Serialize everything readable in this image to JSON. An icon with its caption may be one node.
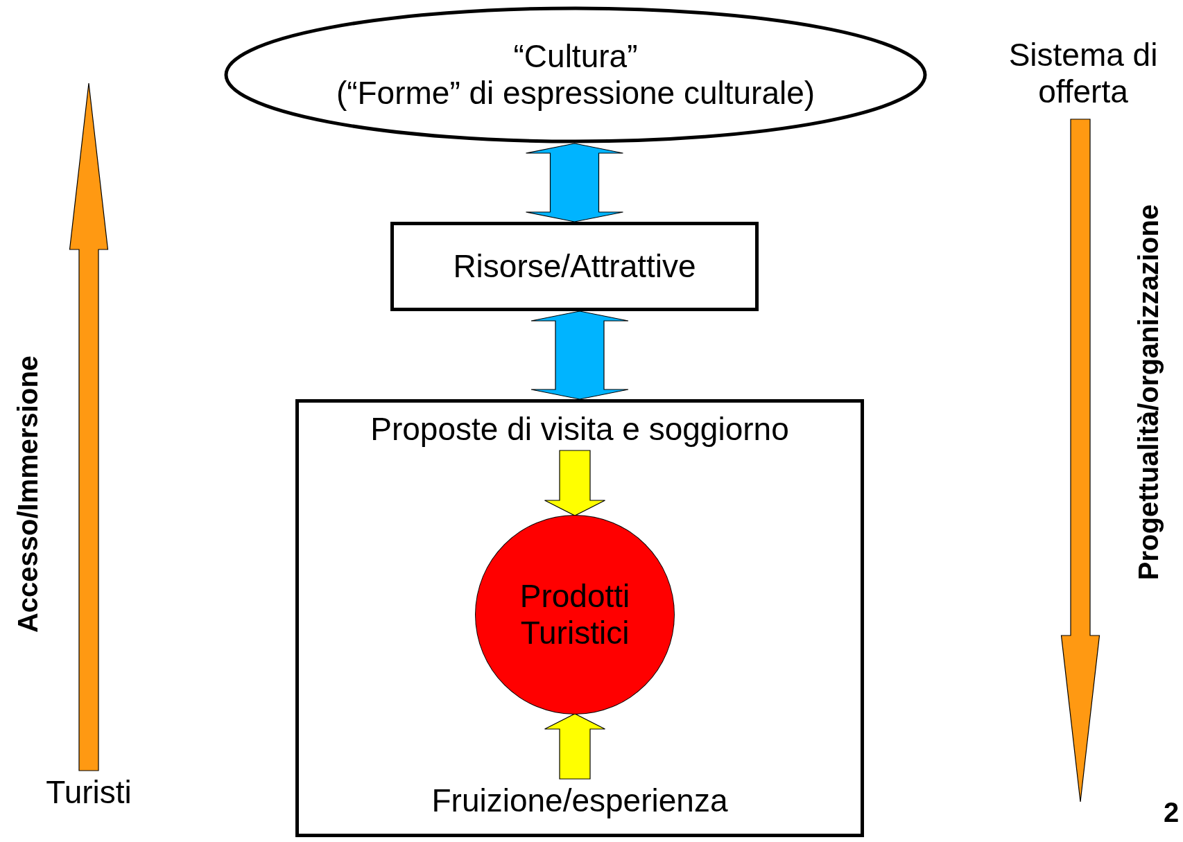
{
  "diagram": {
    "nodes": [
      {
        "text": [
          "“Cultura”",
          "(“Forme” di espressione culturale)"
        ]
      },
      {
        "text": [
          "Risorse/Attrattive"
        ]
      },
      {
        "text": [],
        "shape": "box"
      },
      {
        "text": [
          "Proposte di visita e soggiorno"
        ],
        "in": 2
      },
      {
        "text": [
          "Prodotti Turistici"
        ],
        "in": 2
      },
      {
        "text": [
          "Fruizione/esperienza"
        ],
        "in": 2
      },
      {
        "text": [
          "Turisti"
        ]
      },
      {
        "text": [
          "Sistema di offerta"
        ]
      }
    ],
    "edges": [
      {
        "from": 0,
        "to": 1,
        "arrow": "both",
        "style": "thick",
        "color": "#00b4ff"
      },
      {
        "from": 1,
        "to": 2,
        "arrow": "both",
        "style": "thick",
        "color": "#00b4ff"
      },
      {
        "from": 3,
        "to": 4,
        "arrow": "to",
        "style": "thick",
        "color": "#ffff00"
      },
      {
        "from": 5,
        "to": 4,
        "arrow": "to",
        "style": "thick",
        "color": "#ffff00"
      },
      {
        "from": 6,
        "to": null,
        "arrow": "to",
        "style": "thick",
        "color": "#ff9912",
        "label": "Accesso/Immersione"
      },
      {
        "from": 7,
        "to": null,
        "arrow": "to",
        "style": "thick",
        "color": "#ff9912",
        "label": "Progettualità/organizzazione"
      }
    ],
    "labels": [
      "2"
    ]
  }
}
